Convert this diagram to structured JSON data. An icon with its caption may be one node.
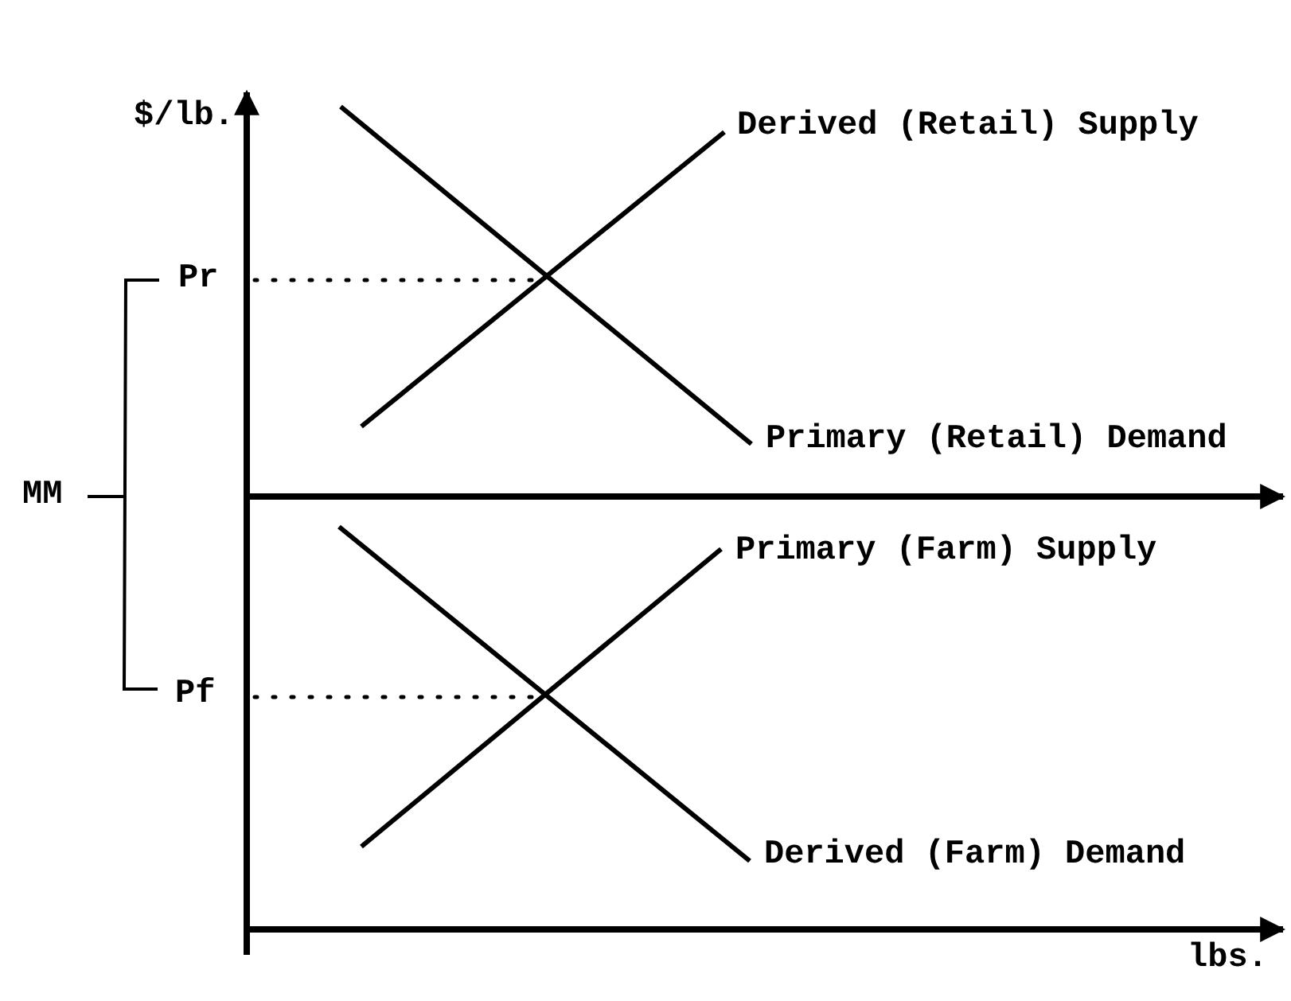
{
  "diagram": {
    "labels": [
      "$/lb.",
      "Derived (Retail) Supply",
      "Pr",
      "Primary (Retail) Demand",
      "MM",
      "Primary (Farm) Supply",
      "Pf",
      "Derived (Farm) Demand",
      "lbs."
    ]
  }
}
